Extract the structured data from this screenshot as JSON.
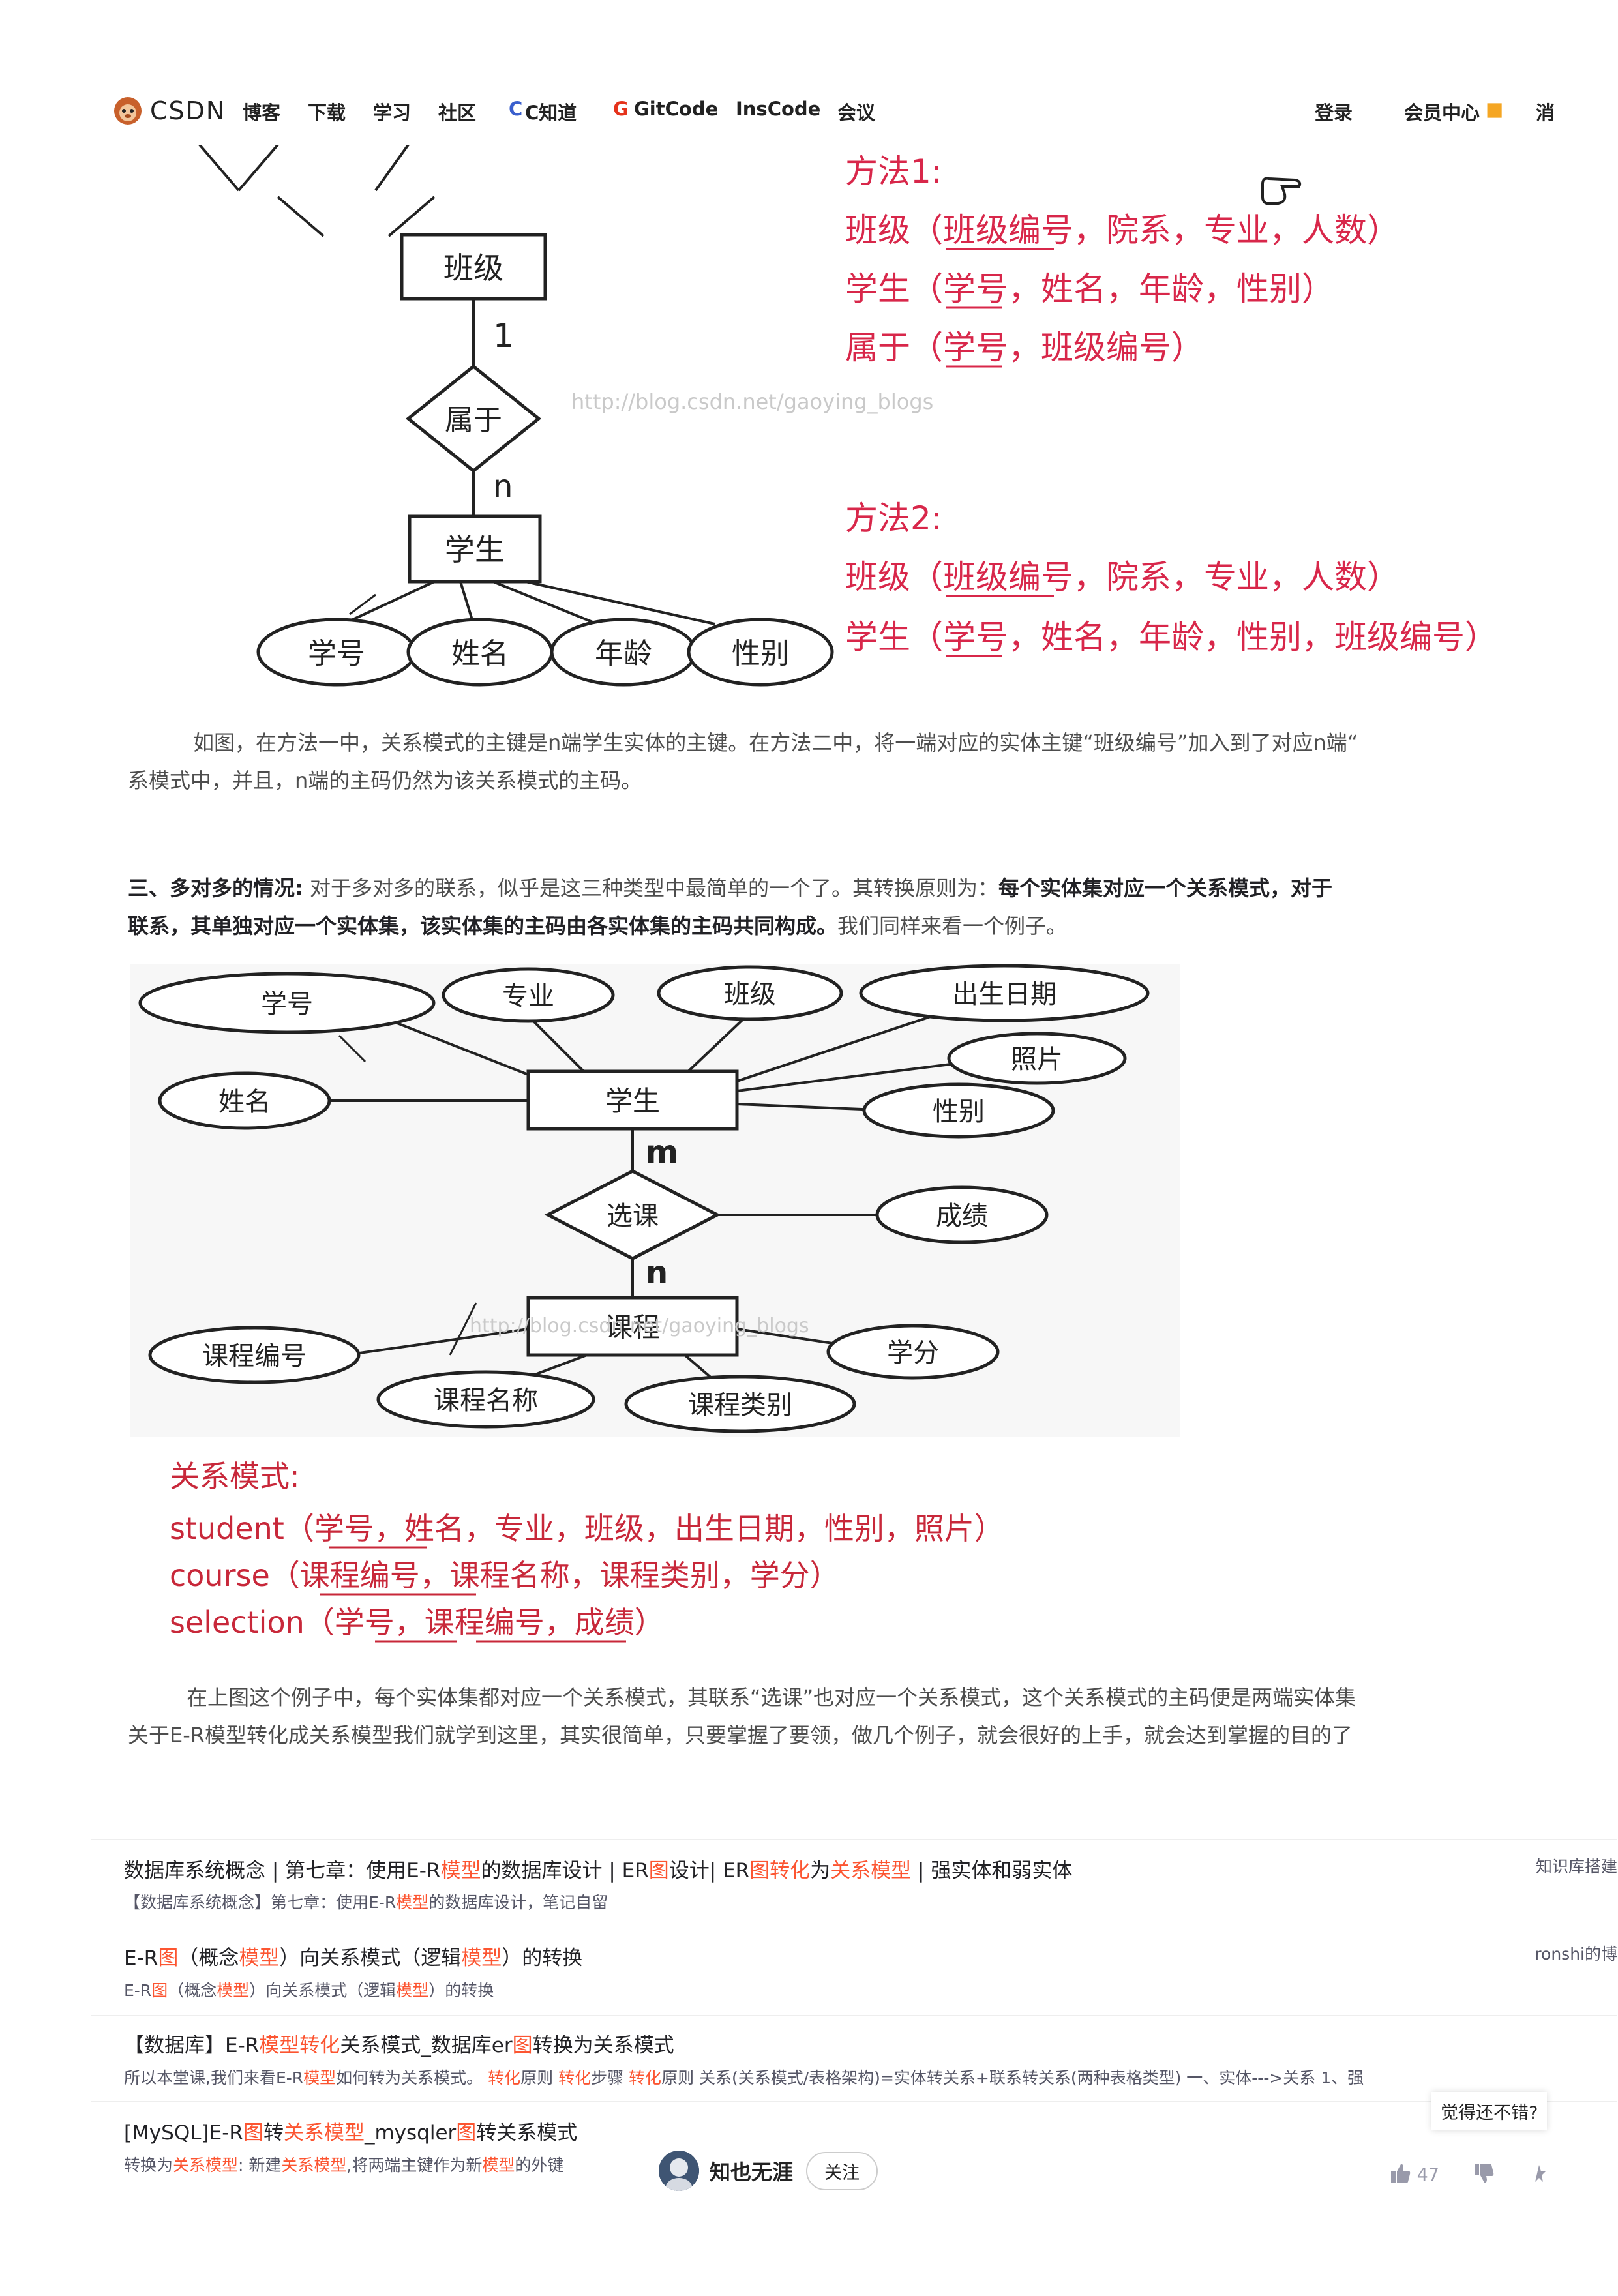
{
  "topnav": {
    "logo": "CSDN",
    "items": [
      "博客",
      "下载",
      "学习",
      "社区",
      "C知道",
      "GitCode",
      "InsCode",
      "会议"
    ],
    "login": "登录",
    "vip": "会员中心",
    "more": "消"
  },
  "diagram1": {
    "watermark": "http://blog.csdn.net/gaoying_blogs",
    "entity_class": "班级",
    "relation": "属于",
    "card_one": "1",
    "card_n": "n",
    "entity_student": "学生",
    "attrs": [
      "学号",
      "姓名",
      "年龄",
      "性别"
    ],
    "method1": {
      "title": "方法1:",
      "lines": [
        "班级（班级编号，院系，专业，人数）",
        "学生（学号，姓名，年龄，性别）",
        "属于（学号，班级编号）"
      ]
    },
    "method2": {
      "title": "方法2:",
      "lines": [
        "班级（班级编号，院系，专业，人数）",
        "学生（学号，姓名，年龄，性别，班级编号）"
      ]
    }
  },
  "para1": {
    "line1": "如图，在方法一中，关系模式的主键是n端学生实体的主键。在方法二中，将一端对应的实体主键“班级编号”加入到了对应n端“",
    "line2": "系模式中，并且，n端的主码仍然为该关系模式的主码。"
  },
  "para2": {
    "heading": "三、多对多的情况:",
    "line1_plain": " 对于多对多的联系，似乎是这三种类型中最简单的一个了。其转换原则为：",
    "line1_bold": "每个实体集对应一个关系模式，对于",
    "line2_bold": "联系，其单独对应一个实体集，该实体集的主码由各实体集的主码共同构成。",
    "line2_plain": "我们同样来看一个例子。"
  },
  "diagram2": {
    "watermark": "http://blog.csdn.net/gaoying_blogs",
    "entity_student": "学生",
    "student_attrs": [
      "学号",
      "专业",
      "班级",
      "出生日期",
      "照片",
      "姓名",
      "性别"
    ],
    "card_m": "m",
    "relation": "选课",
    "relation_attr": "成绩",
    "card_n": "n",
    "entity_course": "课程",
    "course_attrs": [
      "课程编号",
      "学分",
      "课程名称",
      "课程类别"
    ]
  },
  "schema": {
    "title": "关系模式:",
    "lines": [
      "student（学号，姓名，专业，班级，出生日期，性别，照片）",
      "course（课程编号，课程名称，课程类别，学分）",
      "selection（学号，课程编号，成绩）"
    ]
  },
  "para3": {
    "line1": "在上图这个例子中，每个实体集都对应一个关系模式，其联系“选课”也对应一个关系模式，这个关系模式的主码便是两端实体集",
    "line2": "关于E-R模型转化成关系模型我们就学到这里，其实很简单，只要掌握了要领，做几个例子，就会很好的上手，就会达到掌握的目的了"
  },
  "recommend": [
    {
      "title_parts": [
        "数据库系统概念 | 第七章：使用E-R",
        "模型",
        "的数据库设计 | ER",
        "图",
        "设计| ER",
        "图转化",
        "为",
        "关系模型",
        " | 强实体和弱实体"
      ],
      "desc_parts": [
        "【数据库系统概念】第七章：使用E-R",
        "模型",
        "的数据库设计，笔记自留"
      ],
      "source": "知识库搭建"
    },
    {
      "title_parts": [
        "E-R",
        "图",
        "（概念",
        "模型",
        "）向关系模式（逻辑",
        "模型",
        "）的转换"
      ],
      "desc_parts": [
        "E-R",
        "图",
        "（概念",
        "模型",
        "）向关系模式（逻辑",
        "模型",
        "）的转换"
      ],
      "source": "ronshi的博"
    },
    {
      "title_parts": [
        "【数据库】E-R",
        "模型转化",
        "关系模式_数据库er",
        "图",
        "转换为关系模式"
      ],
      "desc_parts": [
        "所以本堂课,我们来看E-R",
        "模型",
        "如何转为关系模式。 ",
        "转化",
        "原则 ",
        "转化",
        "步骤 ",
        "转化",
        "原则 关系(关系模式/表格架构)=实体转关系+联系转关系(两种表格类型) 一、实体--->关系 1、强"
      ],
      "source": ""
    },
    {
      "title_parts": [
        "[MySQL]E-R",
        "图",
        "转",
        "关系模型",
        "_mysqler",
        "图",
        "转关系模式"
      ],
      "desc_parts": [
        "转换为",
        "关系模型",
        ": 新建",
        "关系模型",
        ",将两端主键作为新",
        "模型",
        "的外键"
      ],
      "source": ""
    }
  ],
  "footer": {
    "author": "知也无涯",
    "follow": "关注",
    "likes": "47",
    "tip": "觉得还不错?"
  }
}
